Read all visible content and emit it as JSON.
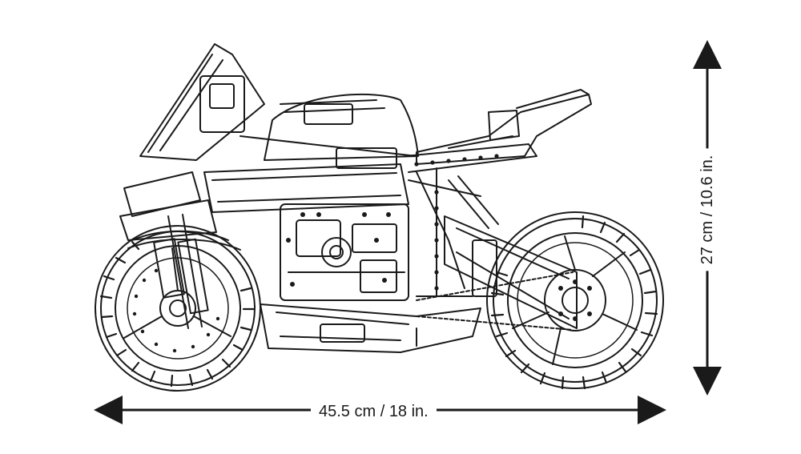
{
  "dimensions": {
    "width_label": "45.5 cm / 18 in.",
    "height_label": "27 cm / 10.6 in."
  },
  "figure": {
    "subject": "motorcycle-line-drawing",
    "line_color": "#1a1a1a",
    "background": "#ffffff"
  }
}
